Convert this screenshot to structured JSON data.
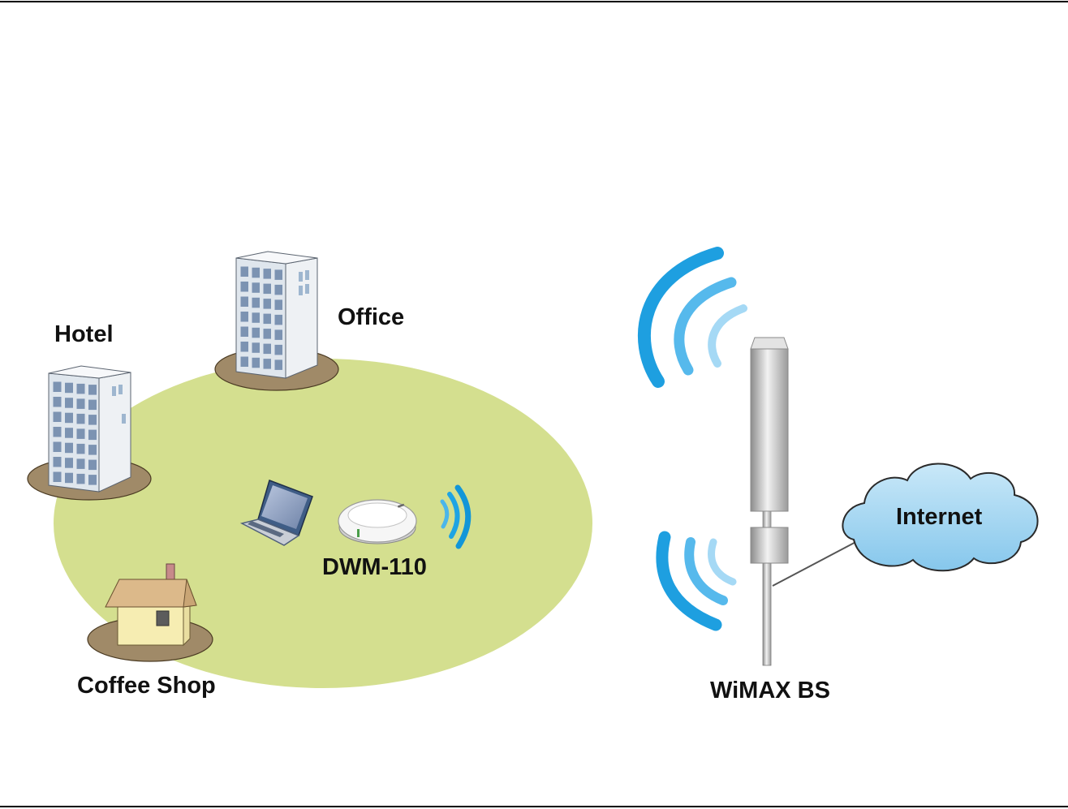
{
  "labels": {
    "hotel": "Hotel",
    "office": "Office",
    "coffee_shop": "Coffee Shop",
    "device": "DWM-110",
    "base_station": "WiMAX BS",
    "internet": "Internet"
  },
  "colors": {
    "coverage_area": "#d4df8f",
    "building_shadow": "#a08a68",
    "signal_blue": "#1ea4e3",
    "cloud": "#9fd4f1"
  }
}
